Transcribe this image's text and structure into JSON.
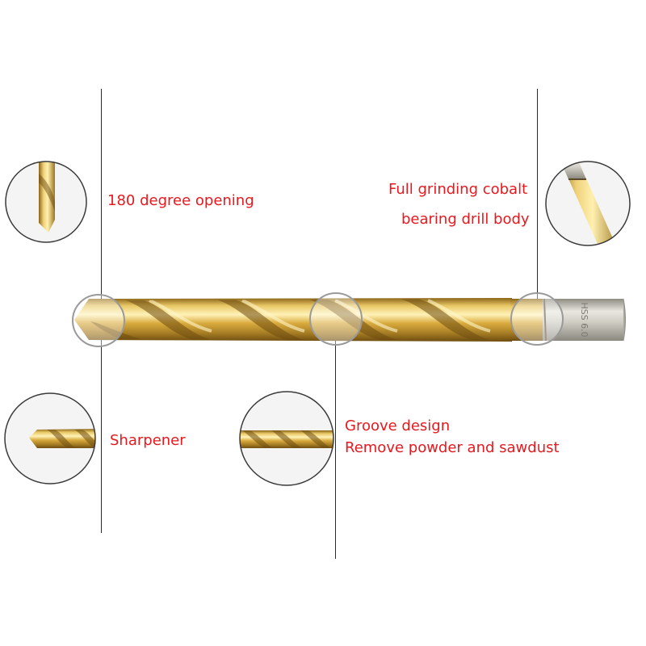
{
  "callouts": {
    "opening": "180 degree opening",
    "cobalt_line1": "Full grinding cobalt",
    "cobalt_line2": "bearing drill body",
    "sharpener": "Sharpener",
    "groove_line1": "Groove design",
    "groove_line2": "Remove powder and sawdust"
  },
  "shank_marking": "HSS 6.0",
  "colors": {
    "label_text": "#e8191e",
    "titanium_gold": "#d9b34a",
    "shank_silver": "#c8c6bd",
    "leader_line": "#2a2a2a"
  }
}
